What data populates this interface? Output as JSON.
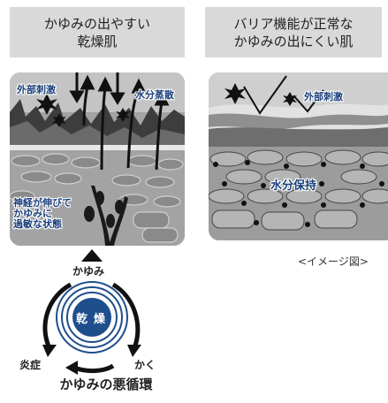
{
  "left_panel": {
    "header": "かゆみの出やすい\n乾燥肌",
    "labels": {
      "external": "外部刺激",
      "water": "水分蒸散",
      "nerve": "神経が伸びて\nかゆみに\n過敏な状態"
    }
  },
  "right_panel": {
    "header": "バリア機能が正常な\nかゆみの出にくい肌",
    "labels": {
      "external": "外部刺激",
      "water": "水分保持"
    },
    "caption": "<イメージ図>"
  },
  "cycle": {
    "title": "かゆみの悪循環",
    "top": "かゆみ",
    "left": "炎症",
    "right": "かく",
    "center": [
      "乾",
      "燥"
    ]
  },
  "colors": {
    "header_bg": "#d9d9d9",
    "label_text": "#1a3f7a",
    "cycle_blue": "#1f4e8c"
  }
}
